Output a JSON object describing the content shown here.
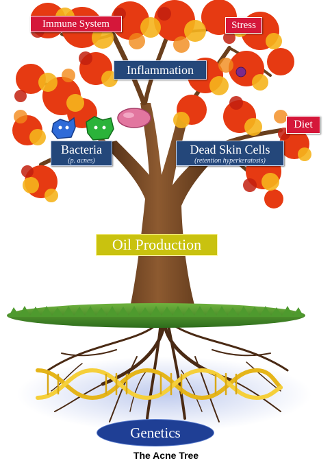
{
  "labels": {
    "immune_system": "Immune System",
    "stress": "Stress",
    "inflammation": "Inflammation",
    "diet": "Diet",
    "bacteria": "Bacteria",
    "bacteria_sub": "(p. acnes)",
    "dead_skin_cells": "Dead Skin Cells",
    "dead_skin_cells_sub": "(retention hyperkeratosis)",
    "oil_production": "Oil Production",
    "genetics": "Genetics"
  },
  "caption": "The Acne Tree",
  "colors": {
    "red_label": "#d5173a",
    "blue_label": "#24477a",
    "yellow_label": "#c9c20f",
    "genetics_ellipse": "#1f3f95",
    "trunk": "#7a4a26",
    "grass": "#3f8a2a",
    "dna": "#f0c020",
    "foliage": [
      "#e63a12",
      "#f28a1a",
      "#f6c020",
      "#c2200f"
    ]
  },
  "icons": [
    "blue-bacteria-icon",
    "green-bacteria-icon",
    "pink-bacteria-icon",
    "purple-bacteria-icon",
    "dna-helix-icon"
  ]
}
